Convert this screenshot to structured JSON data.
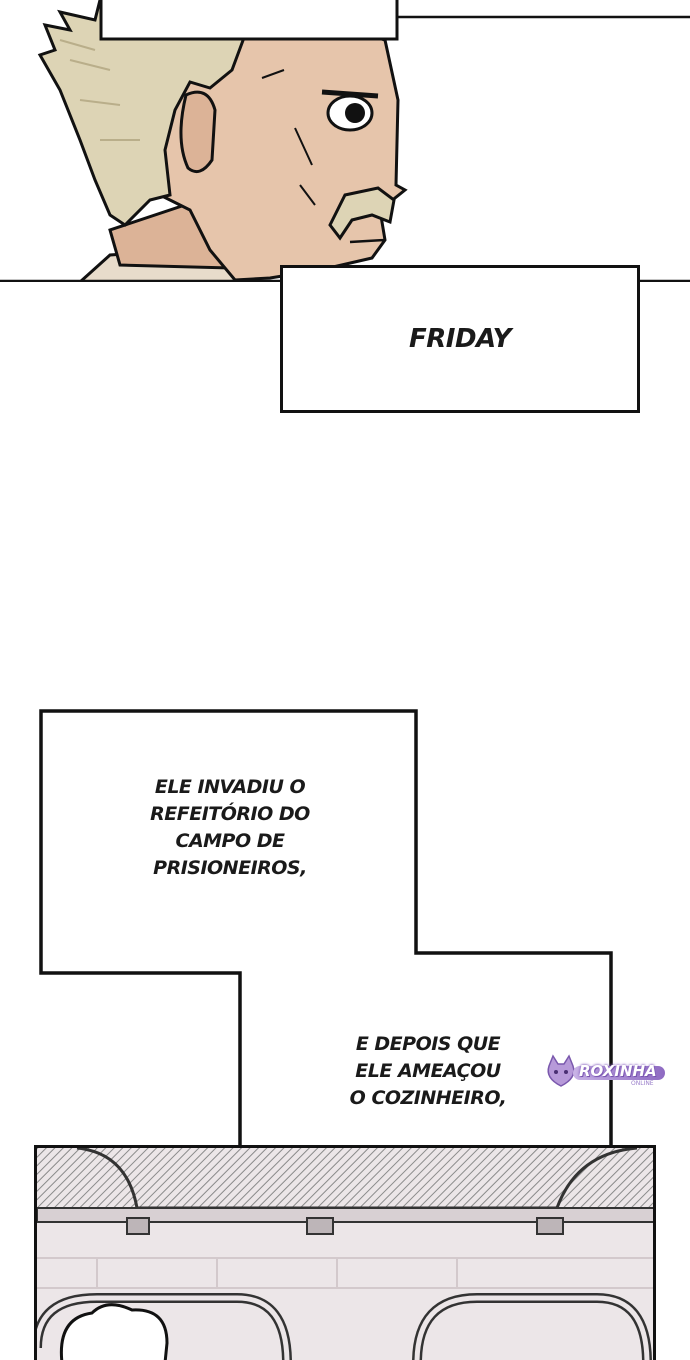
{
  "captions": {
    "friday": "FRIDAY",
    "bubble1_lines": [
      "ELE INVADIU O",
      "REFEITÓRIO DO",
      "CAMPO DE",
      "PRISIONEIROS,"
    ],
    "bubble2_lines": [
      "E DEPOIS QUE",
      "ELE AMEAÇOU",
      "O COZINHEIRO,"
    ]
  },
  "watermark": {
    "name": "ROXINHA",
    "sub": "ONLINE"
  },
  "colors": {
    "ink": "#111111",
    "skin": "#e6c5ab",
    "hair": "#ddd4b5",
    "watermark": "#8e6ac2"
  }
}
